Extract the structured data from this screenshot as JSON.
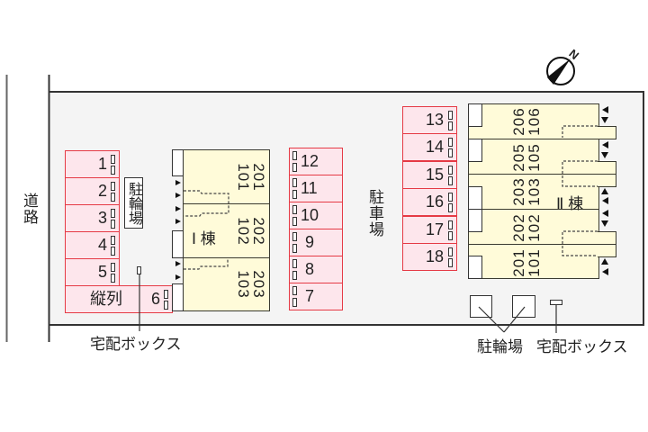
{
  "road": {
    "label": "道路"
  },
  "compass": {
    "north_label": "N"
  },
  "parking_area_label": "駐車場",
  "parking_left": [
    {
      "no": "1"
    },
    {
      "no": "2"
    },
    {
      "no": "3"
    },
    {
      "no": "4"
    },
    {
      "no": "5"
    }
  ],
  "parking_tandem": {
    "label": "縦列",
    "no": "6"
  },
  "parking_middle": [
    {
      "no": "12"
    },
    {
      "no": "11"
    },
    {
      "no": "10"
    },
    {
      "no": "9"
    },
    {
      "no": "8"
    },
    {
      "no": "7"
    }
  ],
  "parking_right": [
    {
      "no": "13"
    },
    {
      "no": "14"
    },
    {
      "no": "15"
    },
    {
      "no": "16"
    },
    {
      "no": "17"
    },
    {
      "no": "18"
    }
  ],
  "bicycle_parking_left": {
    "label": "駐輪場"
  },
  "delivery_box_left": {
    "label": "宅配ボックス"
  },
  "building_1": {
    "label": "Ⅰ 棟",
    "units": [
      {
        "upper": "201",
        "lower": "101"
      },
      {
        "upper": "202",
        "lower": "102"
      },
      {
        "upper": "203",
        "lower": "103"
      }
    ]
  },
  "building_2": {
    "label": "Ⅱ 棟",
    "units": [
      {
        "upper": "206",
        "lower": "106"
      },
      {
        "upper": "205",
        "lower": "105"
      },
      {
        "upper": "203",
        "lower": "103"
      },
      {
        "upper": "202",
        "lower": "102"
      },
      {
        "upper": "201",
        "lower": "101"
      }
    ]
  },
  "bottom_right": {
    "bicycle_label": "駐輪場",
    "delivery_label": "宅配ボックス"
  },
  "colors": {
    "parking_fill": "#fde6ec",
    "parking_border": "#e53a45",
    "building_fill": "#fffbd9",
    "site_fill": "#f4f4f4",
    "line": "#333333"
  }
}
